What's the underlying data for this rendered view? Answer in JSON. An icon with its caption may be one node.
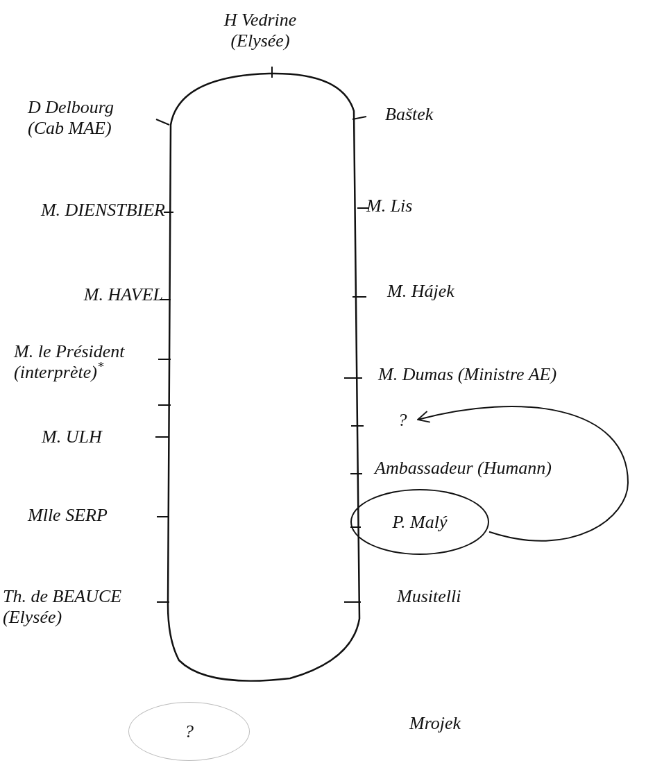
{
  "diagram": {
    "nodes": [
      {
        "text": [],
        "shape": "box"
      },
      {
        "text": [
          "?"
        ]
      },
      {
        "text": [
          "P. Malý"
        ]
      },
      {
        "text": [
          "?"
        ]
      }
    ],
    "edges": [
      {
        "from": 2,
        "to": 1,
        "arrow": "to"
      }
    ],
    "labels": [
      "H Vedrine (Elysée)",
      "D Delbourg (Cab MAE)",
      "Baštek",
      "M. DIENSTBIER",
      "M. Lis",
      "M. HAVEL",
      "M. Hájek",
      "M. le Président (interprète)$^{*}$",
      "M. Dumas (Ministre AE)",
      "M. ULH",
      "Ambassadeur (Humann)",
      "Mlle SERP",
      "Th. de BEAUCE (Elysée)",
      "Musitelli",
      "Mrojek"
    ]
  }
}
